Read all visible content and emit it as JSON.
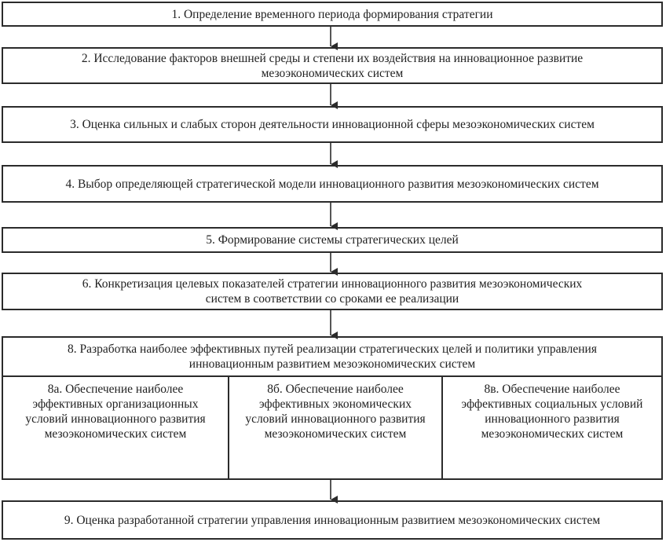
{
  "steps": {
    "s1": "1. Определение временного периода формирования стратегии",
    "s2": "2. Исследование факторов внешней среды и степени их воздействия на инновационное развитие мезоэкономических систем",
    "s3": "3. Оценка сильных и слабых сторон деятельности инновационной сферы мезоэкономических систем",
    "s4": "4. Выбор определяющей стратегической модели инновационного развития мезоэкономических систем",
    "s5": "5. Формирование системы стратегических целей",
    "s6": "6. Конкретизация целевых показателей стратегии инновационного развития мезоэкономических систем в соответствии со сроками ее реализации",
    "s8": "8. Разработка наиболее эффективных путей реализации стратегических целей и политики управления инновационным развитием мезоэкономических систем",
    "s8a": "8а. Обеспечение наиболее эффективных организационных условий инновационного развития мезоэкономических систем",
    "s8b": "8б. Обеспечение наиболее эффективных экономических условий инновационного развития мезоэкономических систем",
    "s8c": "8в. Обеспечение наиболее эффективных социальных условий инновационного развития мезоэкономических систем",
    "s9": "9. Оценка разработанной стратегии управления инновационным развитием мезоэкономических систем"
  }
}
